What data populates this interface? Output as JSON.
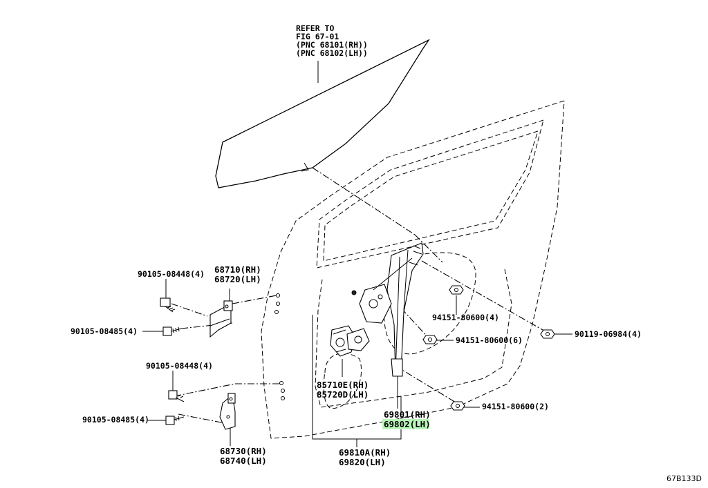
{
  "refer": {
    "line1": "REFER TO",
    "line2": "FIG 67-01",
    "line3": "(PNC 68101(RH))",
    "line4": "(PNC 68102(LH))"
  },
  "labels": {
    "upper_hinge_bolt": "90105-08448(4)",
    "upper_hinge_rh": "68710(RH)",
    "upper_hinge_lh": "68720(LH)",
    "upper_hinge_screw": "90105-08485(4)",
    "lower_hinge_bolt": "90105-08448(4)",
    "lower_hinge_screw": "90105-08485(4)",
    "lower_hinge_rh": "68730(RH)",
    "lower_hinge_lh": "68740(LH)",
    "motor_rh": "85710E(RH)",
    "motor_lh": "85720D(LH)",
    "regulator_rh": "69801(RH)",
    "regulator_lh": "69802(LH)",
    "assy_rh": "69810A(RH)",
    "assy_lh": "69820(LH)",
    "nut_upper": "94151-80600(4)",
    "nut_middle": "94151-80600(6)",
    "nut_lower": "94151-80600(2)",
    "bolt_right": "90119-06984(4)"
  },
  "sheet_code": "67B133D",
  "highlight_color": "#b9f5b9"
}
